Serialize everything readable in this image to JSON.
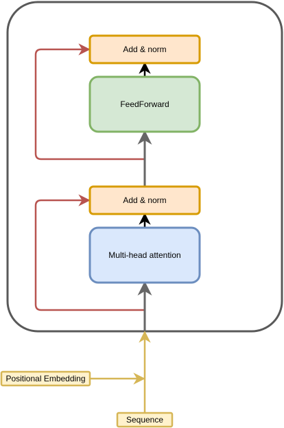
{
  "diagram": {
    "blocks": {
      "add_norm_top": "Add & norm",
      "feedforward": "FeedForward",
      "add_norm_bottom": "Add & norm",
      "attention": "Multi-head attention"
    },
    "inputs": {
      "positional_embedding": "Positional Embedding",
      "sequence": "Sequence"
    }
  },
  "colors": {
    "orange_border": "#d79b00",
    "orange_fill": "#ffe6cc",
    "green_border": "#82b366",
    "green_fill": "#d5e8d4",
    "blue_border": "#6c8ebf",
    "blue_fill": "#dae8fc",
    "yellow_border": "#d6b656",
    "yellow_fill": "#fff2cc",
    "residual_red": "#b85450",
    "flow_gray": "#666666",
    "container_gray": "#595959"
  }
}
